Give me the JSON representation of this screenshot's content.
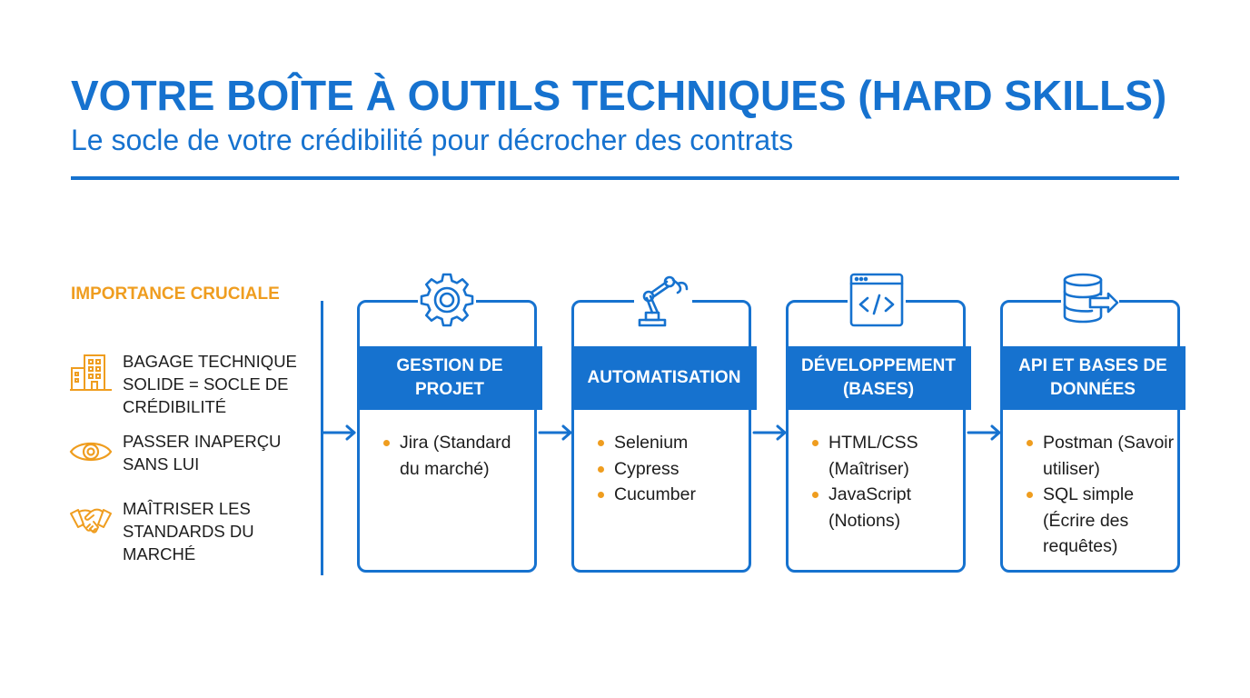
{
  "header": {
    "title": "VOTRE BOÎTE À OUTILS TECHNIQUES (HARD SKILLS)",
    "subtitle": "Le socle de votre crédibilité pour décrocher des contrats"
  },
  "sidebar": {
    "heading": "IMPORTANCE CRUCIALE",
    "items": [
      {
        "icon": "building-icon",
        "text": "BAGAGE TECHNIQUE SOLIDE = SOCLE DE CRÉDIBILITÉ"
      },
      {
        "icon": "eye-icon",
        "text": "PASSER INAPERÇU SANS LUI"
      },
      {
        "icon": "handshake-icon",
        "text": "MAÎTRISER LES STANDARDS DU MARCHÉ"
      }
    ]
  },
  "cards": [
    {
      "icon": "gear-icon",
      "title": "GESTION DE PROJET",
      "items": [
        "Jira (Standard du marché)"
      ]
    },
    {
      "icon": "robot-arm-icon",
      "title": "AUTOMATISATION",
      "items": [
        "Selenium",
        "Cypress",
        "Cucumber"
      ]
    },
    {
      "icon": "code-window-icon",
      "title": "DÉVELOPPEMENT (BASES)",
      "items": [
        "HTML/CSS (Maîtriser)",
        "JavaScript (Notions)"
      ]
    },
    {
      "icon": "database-icon",
      "title": "API ET BASES DE DONNÉES",
      "items": [
        "Postman (Savoir utiliser)",
        "SQL simple (Écrire des requêtes)"
      ]
    }
  ],
  "colors": {
    "primary": "#1672cf",
    "accent": "#ef9d1f",
    "text": "#1d1d1d"
  }
}
